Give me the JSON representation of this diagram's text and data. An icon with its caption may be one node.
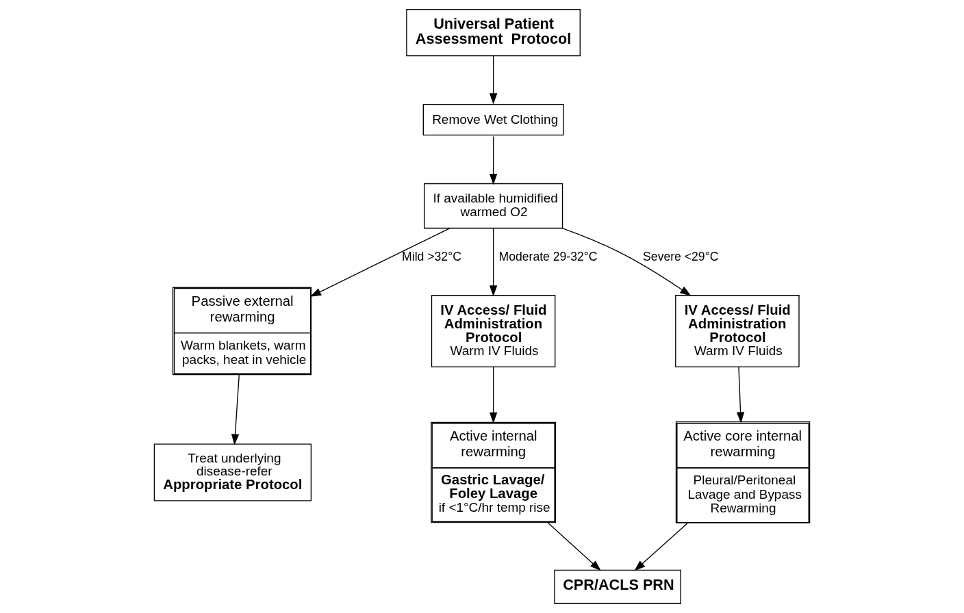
{
  "diagram": {
    "nodes": [
      {
        "text": [
          "Universal Patient Assessment  Protocol"
        ]
      },
      {
        "text": [
          "Remove Wet Clothing"
        ]
      },
      {
        "text": [
          "If available humidified warmed O2"
        ]
      },
      {
        "text": [
          "Passive external rewarming",
          "Warm blankets, warm packs, heat in vehicle"
        ]
      },
      {
        "text": [
          "IV Access/ Fluid Administration Protocol",
          "Warm IV Fluids"
        ]
      },
      {
        "text": [
          "IV Access/ Fluid Administration Protocol",
          "Warm IV Fluids"
        ]
      },
      {
        "text": [
          "Treat underlying disease-refer",
          "Appropriate Protocol"
        ]
      },
      {
        "text": [
          "Active internal rewarming",
          "Gastric Lavage/ Foley Lavage",
          "if <1°C/hr temp rise"
        ]
      },
      {
        "text": [
          "Active core internal rewarming",
          "Pleural/Peritoneal Lavage and Bypass Rewarming"
        ]
      },
      {
        "text": [
          "CPR/ACLS PRN"
        ]
      }
    ],
    "edges": [
      {
        "from": 0,
        "to": 1,
        "arrow": "to"
      },
      {
        "from": 1,
        "to": 2,
        "arrow": "to"
      },
      {
        "from": 2,
        "to": 3,
        "arrow": "to",
        "label": "Mild >32°C"
      },
      {
        "from": 2,
        "to": 4,
        "arrow": "to",
        "label": "Moderate 29-32°C"
      },
      {
        "from": 2,
        "to": 5,
        "arrow": "to",
        "label": "Severe <29°C"
      },
      {
        "from": 3,
        "to": 6,
        "arrow": "to"
      },
      {
        "from": 4,
        "to": 7,
        "arrow": "to"
      },
      {
        "from": 5,
        "to": 8,
        "arrow": "to"
      },
      {
        "from": 7,
        "to": 9,
        "arrow": "to"
      },
      {
        "from": 8,
        "to": 9,
        "arrow": "to"
      }
    ]
  }
}
